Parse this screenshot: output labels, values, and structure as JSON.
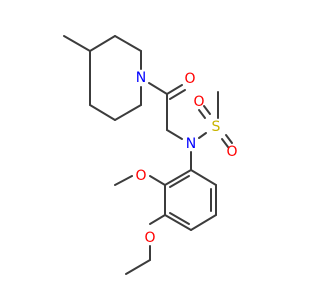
{
  "atoms": {
    "n_piperidine": "N",
    "o_carbonyl": "O",
    "n_sulfonamide": "N",
    "s_sulfonyl": "S",
    "o_sulfonyl_top": "O",
    "o_sulfonyl_bottom": "O",
    "o_methoxy_3": "O",
    "o_methoxy_4": "O"
  },
  "colors": {
    "bond": "#3c3c3c",
    "oxygen": "#ff0000",
    "nitrogen": "#0000ff",
    "sulfur": "#c8b400",
    "background": "#ffffff"
  }
}
